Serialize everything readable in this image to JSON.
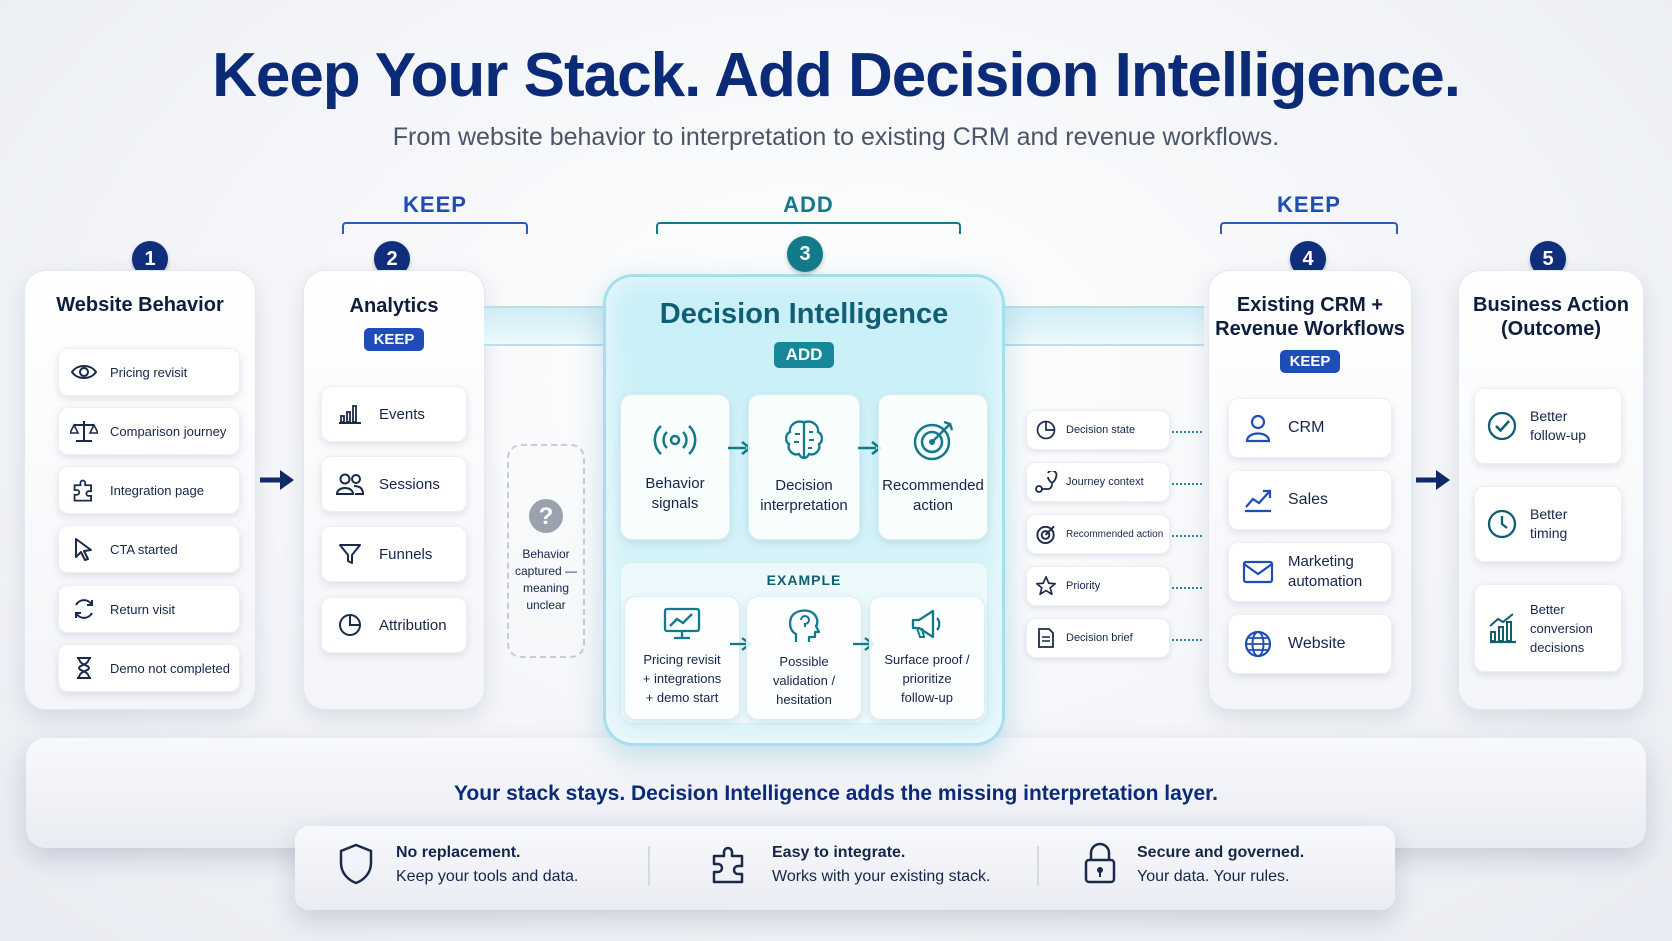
{
  "title": "Keep Your Stack. Add Decision Intelligence.",
  "subtitle": "From website behavior to interpretation to existing CRM and revenue workflows.",
  "brackets": {
    "keep_left": "KEEP",
    "add": "ADD",
    "keep_right": "KEEP"
  },
  "steps": {
    "s1": {
      "number": "1",
      "title": "Website Behavior",
      "items": [
        "Pricing revisit",
        "Comparison journey",
        "Integration page",
        "CTA started",
        "Return visit",
        "Demo not completed"
      ]
    },
    "s2": {
      "number": "2",
      "title": "Analytics",
      "badge": "KEEP",
      "items": [
        "Events",
        "Sessions",
        "Funnels",
        "Attribution"
      ]
    },
    "gap_note": {
      "line1": "Behavior",
      "line2": "captured —",
      "line3": "meaning",
      "line4": "unclear"
    },
    "s3": {
      "number": "3",
      "title": "Decision Intelligence",
      "badge": "ADD",
      "flow": [
        {
          "l1": "Behavior",
          "l2": "signals"
        },
        {
          "l1": "Decision",
          "l2": "interpretation"
        },
        {
          "l1": "Recommended",
          "l2": "action"
        }
      ],
      "example_label": "EXAMPLE",
      "example": [
        {
          "l1": "Pricing revisit",
          "l2": "+ integrations",
          "l3": "+ demo start"
        },
        {
          "l1": "Possible",
          "l2": "validation /",
          "l3": "hesitation"
        },
        {
          "l1": "Surface proof /",
          "l2": "prioritize",
          "l3": "follow-up"
        }
      ]
    },
    "outputs": [
      "Decision state",
      "Journey context",
      "Recommended action",
      "Priority",
      "Decision brief"
    ],
    "s4": {
      "number": "4",
      "title_l1": "Existing CRM +",
      "title_l2": "Revenue Workflows",
      "badge": "KEEP",
      "items": [
        {
          "l1": "CRM",
          "l2": ""
        },
        {
          "l1": "Sales",
          "l2": ""
        },
        {
          "l1": "Marketing",
          "l2": "automation"
        },
        {
          "l1": "Website",
          "l2": ""
        }
      ]
    },
    "s5": {
      "number": "5",
      "title_l1": "Business Action",
      "title_l2": "(Outcome)",
      "items": [
        {
          "l1": "Better",
          "l2": "follow-up",
          "l3": ""
        },
        {
          "l1": "Better",
          "l2": "timing",
          "l3": ""
        },
        {
          "l1": "Better",
          "l2": "conversion",
          "l3": "decisions"
        }
      ]
    }
  },
  "platform": {
    "headline": "Your stack stays. Decision Intelligence adds the missing interpretation layer.",
    "features": [
      {
        "title": "No replacement.",
        "desc": "Keep your tools and data."
      },
      {
        "title": "Easy to integrate.",
        "desc": "Works with your existing stack."
      },
      {
        "title": "Secure and governed.",
        "desc": "Your data. Your rules."
      }
    ]
  },
  "colors": {
    "navy": "#0b2a78",
    "blue": "#1e4db7",
    "teal": "#17889a",
    "text": "#16254a"
  }
}
